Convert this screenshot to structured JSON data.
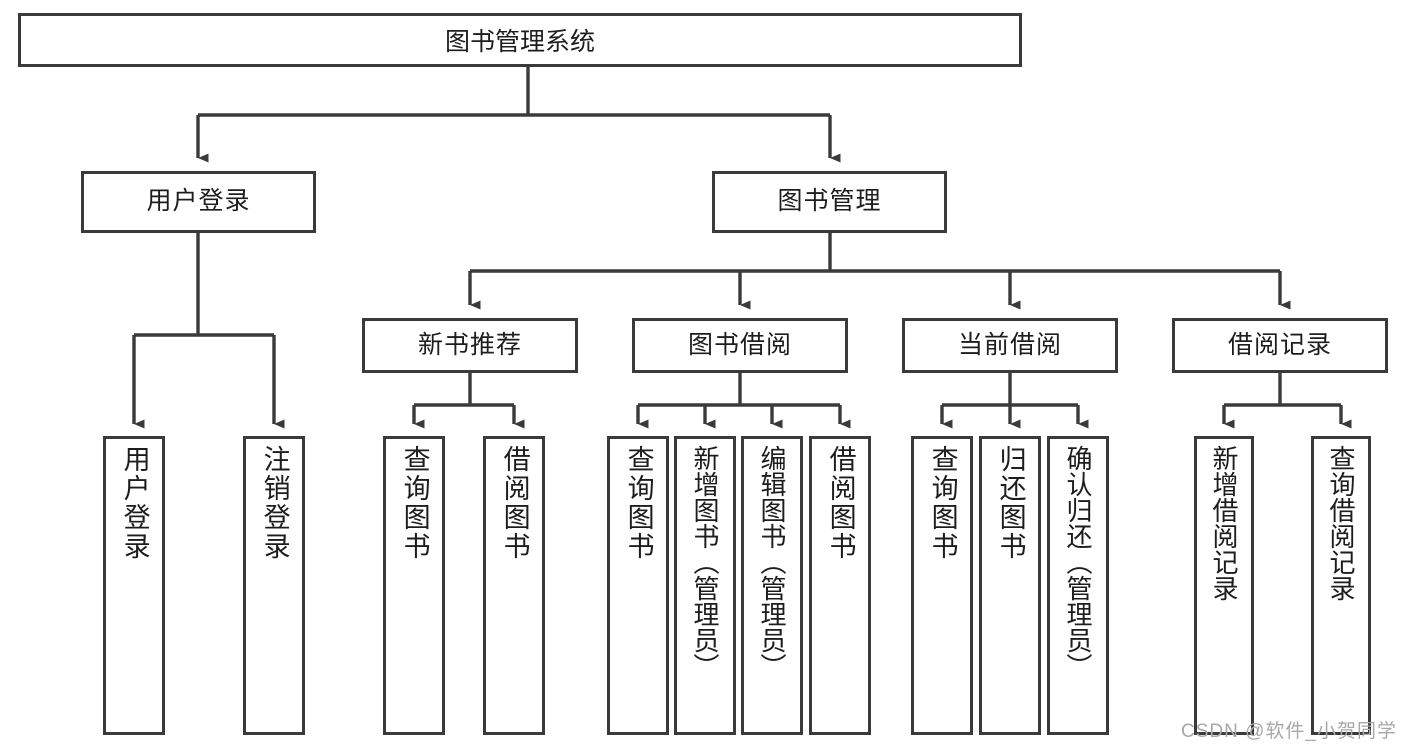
{
  "diagram": {
    "title": "图书管理系统",
    "type": "function-structure-tree",
    "colors": {
      "line": "#3a3a3a",
      "box_border": "#3a3a3a",
      "box_fill": "#ffffff",
      "text": "#1d1d1d",
      "watermark": "#a8a8a8",
      "background": "#ffffff"
    },
    "watermark": "CSDN @软件_小贺同学"
  },
  "nodes": {
    "root": {
      "label": "图书管理系统"
    },
    "level1": [
      {
        "id": "user-login",
        "label": "用户登录"
      },
      {
        "id": "book-manage",
        "label": "图书管理"
      }
    ],
    "level2": [
      {
        "id": "new-book-recommend",
        "label": "新书推荐"
      },
      {
        "id": "book-borrow",
        "label": "图书借阅"
      },
      {
        "id": "current-borrow",
        "label": "当前借阅"
      },
      {
        "id": "borrow-record",
        "label": "借阅记录"
      }
    ],
    "leaves": {
      "user-login": [
        {
          "id": "leaf-user-login",
          "label": "用户登录"
        },
        {
          "id": "leaf-user-logout",
          "label": "注销登录"
        }
      ],
      "new-book-recommend": [
        {
          "id": "leaf-query-book-1",
          "label": "查询图书"
        },
        {
          "id": "leaf-borrow-book-1",
          "label": "借阅图书"
        }
      ],
      "book-borrow": [
        {
          "id": "leaf-query-book-2",
          "label": "查询图书"
        },
        {
          "id": "leaf-add-book",
          "label": "新增图书（管理员）"
        },
        {
          "id": "leaf-edit-book",
          "label": "编辑图书（管理员）"
        },
        {
          "id": "leaf-borrow-book-2",
          "label": "借阅图书"
        }
      ],
      "current-borrow": [
        {
          "id": "leaf-query-book-3",
          "label": "查询图书"
        },
        {
          "id": "leaf-return-book",
          "label": "归还图书"
        },
        {
          "id": "leaf-confirm-return",
          "label": "确认归还（管理员）"
        }
      ],
      "borrow-record": [
        {
          "id": "leaf-add-record",
          "label": "新增借阅记录"
        },
        {
          "id": "leaf-query-record",
          "label": "查询借阅记录"
        }
      ]
    }
  }
}
